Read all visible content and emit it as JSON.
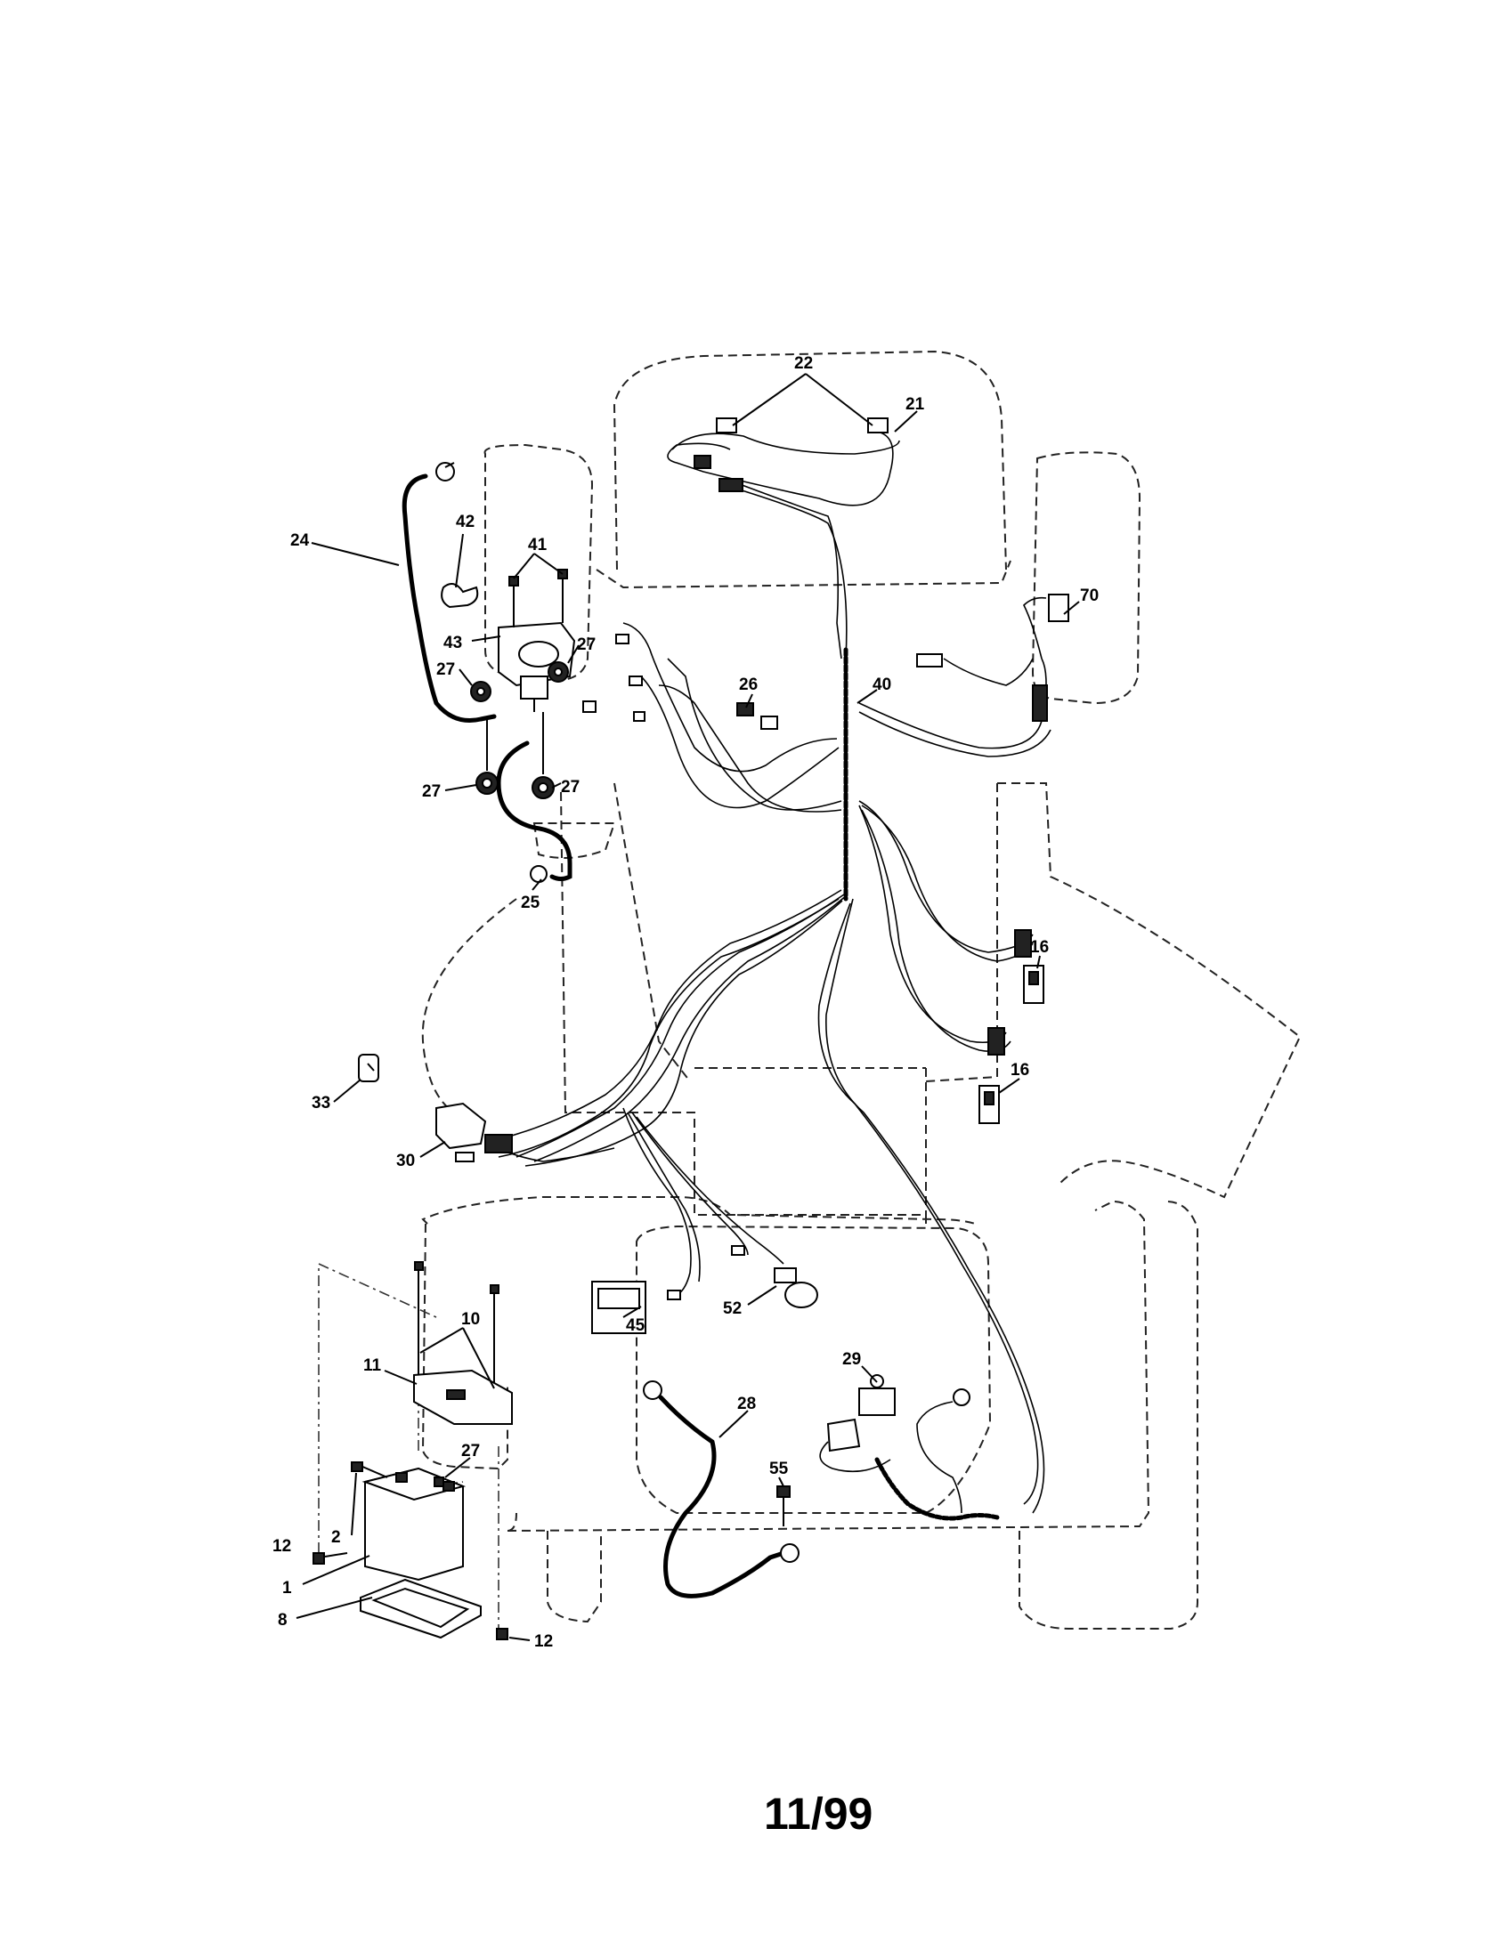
{
  "footer": {
    "page_number": "11/99"
  },
  "callouts": {
    "c1": "1",
    "c2": "2",
    "c8": "8",
    "c10": "10",
    "c11": "11",
    "c12a": "12",
    "c12b": "12",
    "c16a": "16",
    "c16b": "16",
    "c21": "21",
    "c22": "22",
    "c24": "24",
    "c25": "25",
    "c26": "26",
    "c27a": "27",
    "c27b": "27",
    "c27c": "27",
    "c27d": "27",
    "c27e": "27",
    "c28": "28",
    "c29": "29",
    "c30": "30",
    "c33": "33",
    "c40": "40",
    "c41": "41",
    "c42": "42",
    "c43": "43",
    "c45": "45",
    "c52": "52",
    "c55": "55",
    "c70": "70"
  }
}
